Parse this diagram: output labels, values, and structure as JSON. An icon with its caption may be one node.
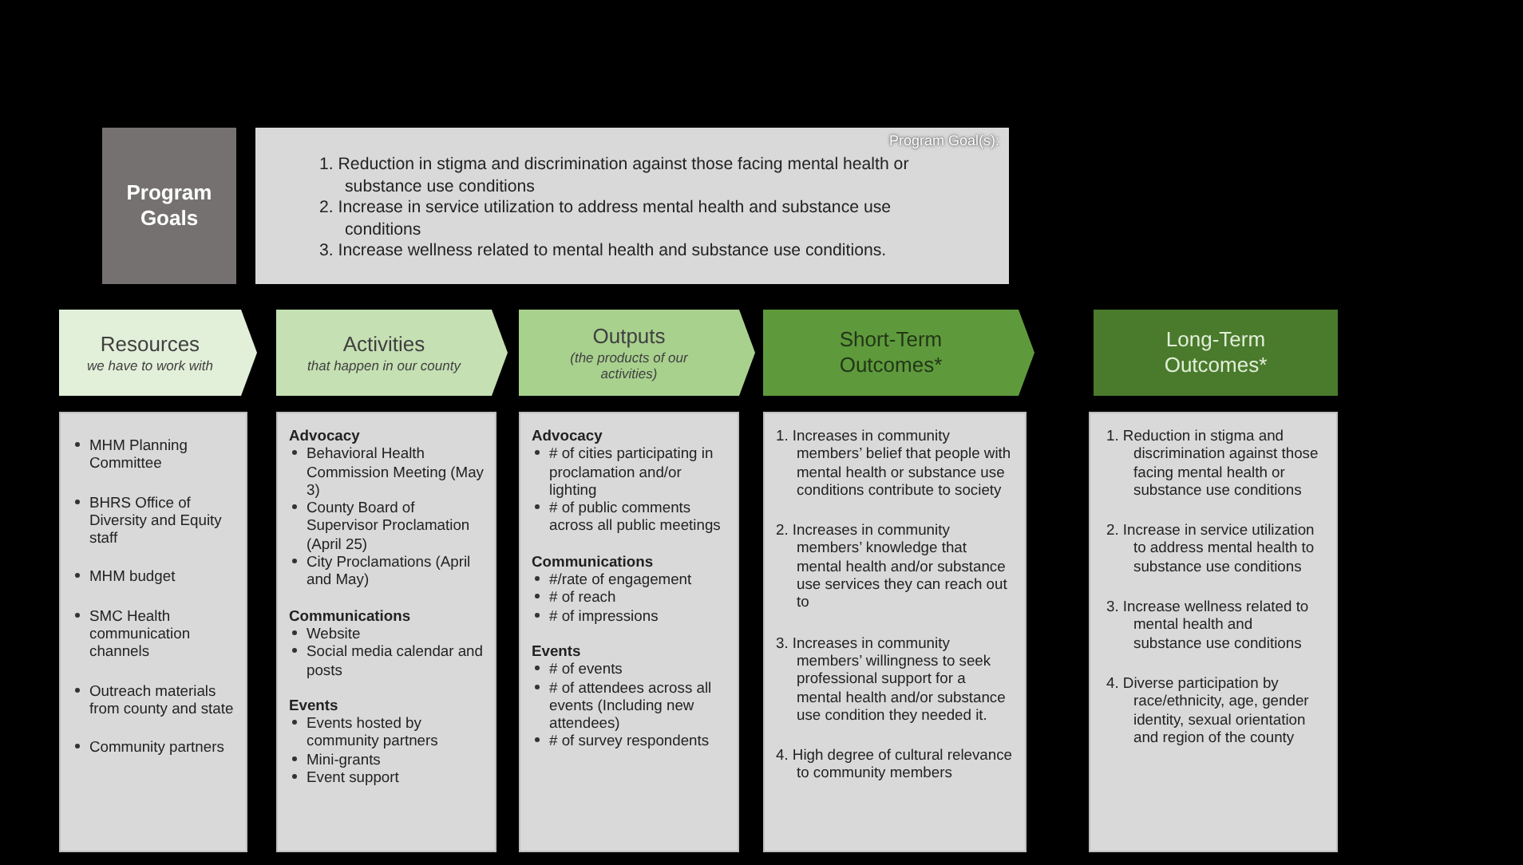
{
  "diagram": {
    "nodes": [
      {
        "text": [
          "Program Goals"
        ]
      },
      {
        "text": [
          "1. Reduction in stigma and discrimination against those facing mental health or substance use conditions",
          "2. Increase in service utilization to address mental health and substance use conditions",
          "3. Increase wellness related to mental health and substance use conditions.",
          "Program Goal(s):"
        ]
      },
      {
        "text": [
          "Resources",
          "we have to work with"
        ]
      },
      {
        "text": [
          "Activities",
          "that happen in our county"
        ]
      },
      {
        "text": [
          "Outputs",
          "(the products of our activities)"
        ]
      },
      {
        "text": [
          "Short-Term Outcomes*"
        ]
      },
      {
        "text": [
          "Long-Term Outcomes*"
        ]
      },
      {
        "text": [
          "MHM Planning Committee",
          "BHRS Office of Diversity and Equity staff",
          "MHM budget",
          "SMC Health communication channels",
          "Outreach materials from county and state",
          "Community partners"
        ]
      },
      {
        "text": [
          "Advocacy",
          "Behavioral Health Commission Meeting (May 3)",
          "County Board of Supervisor Proclamation (April 25)",
          "City Proclamations (April and May)",
          "Communications",
          "Website",
          "Social media calendar and posts",
          "Events",
          "Events hosted by community partners",
          "Mini-grants",
          "Event support"
        ]
      },
      {
        "text": [
          "Advocacy",
          "# of cities participating in proclamation and/or lighting",
          "# of public comments across all public meetings",
          "Communications",
          "#/rate of engagement",
          "# of reach",
          "# of impressions",
          "Events",
          "# of events",
          "# of attendees across all events (Including new attendees)",
          "# of survey respondents"
        ]
      },
      {
        "text": [
          "1. Increases in community members’ belief that people with mental health or substance use conditions contribute to society",
          "2. Increases in community members’ knowledge that mental health and/or substance use services they can reach out to",
          "3. Increases in community members’ willingness to seek professional support for a mental health and/or substance use condition they needed it.",
          "4. High degree of cultural relevance to community members"
        ]
      },
      {
        "text": [
          "1. Reduction in stigma and discrimination against those facing mental health or substance use conditions",
          "2. Increase in service utilization to address mental health to substance use conditions",
          "3. Increase wellness related to mental health and substance use conditions",
          "4. Diverse participation by race/ethnicity, age, gender identity, sexual orientation and region of the county"
        ]
      }
    ]
  }
}
